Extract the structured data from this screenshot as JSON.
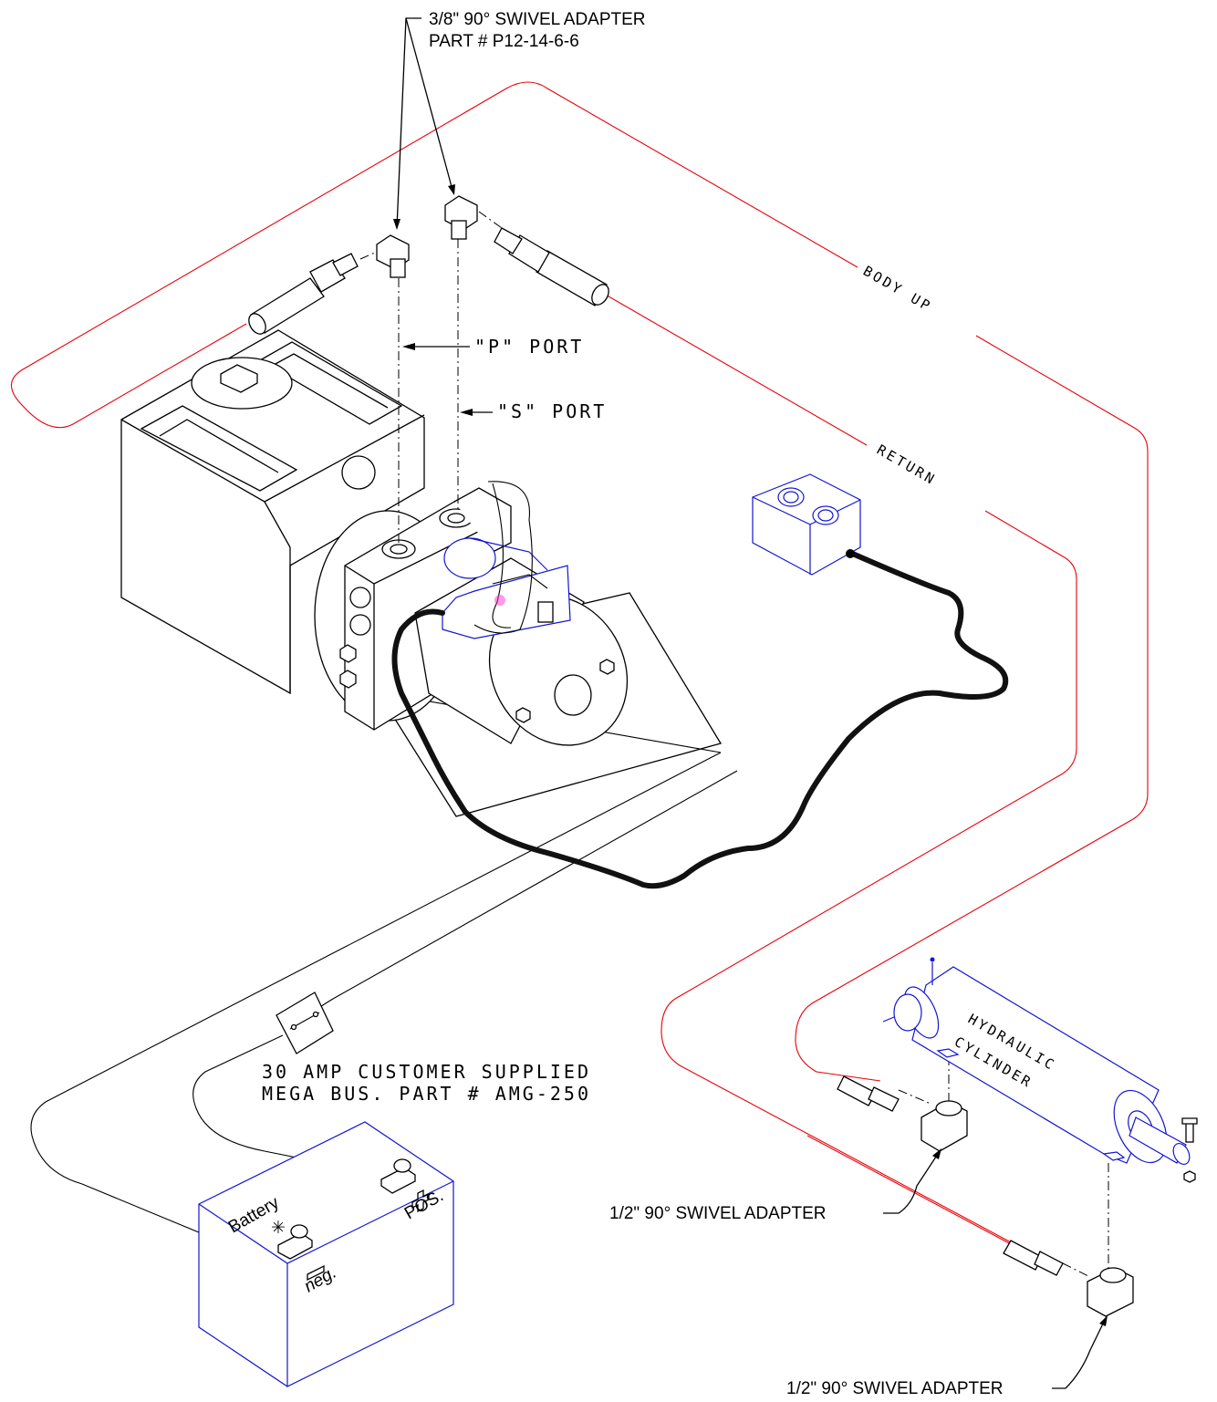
{
  "labels": {
    "swivel_38_line1": "3/8\" 90° SWIVEL ADAPTER",
    "swivel_38_line2": "PART # P12-14-6-6",
    "p_port": "\"P\" PORT",
    "s_port": "\"S\" PORT",
    "body_up": "BODY UP",
    "return": "RETURN",
    "fuse_line1": "30 AMP CUSTOMER SUPPLIED",
    "fuse_line2": "MEGA BUS.  PART # AMG-250",
    "cylinder_line1": "HYDRAULIC",
    "cylinder_line2": "CYLINDER",
    "swivel_12_a": "1/2\" 90° SWIVEL ADAPTER",
    "swivel_12_b": "1/2\" 90° SWIVEL ADAPTER",
    "battery": "Battery",
    "battery_pos": "POS.",
    "battery_neg": "neg."
  },
  "colors": {
    "hose": "#e8000b",
    "component_blue": "#1515d0",
    "cable": "#111111"
  }
}
